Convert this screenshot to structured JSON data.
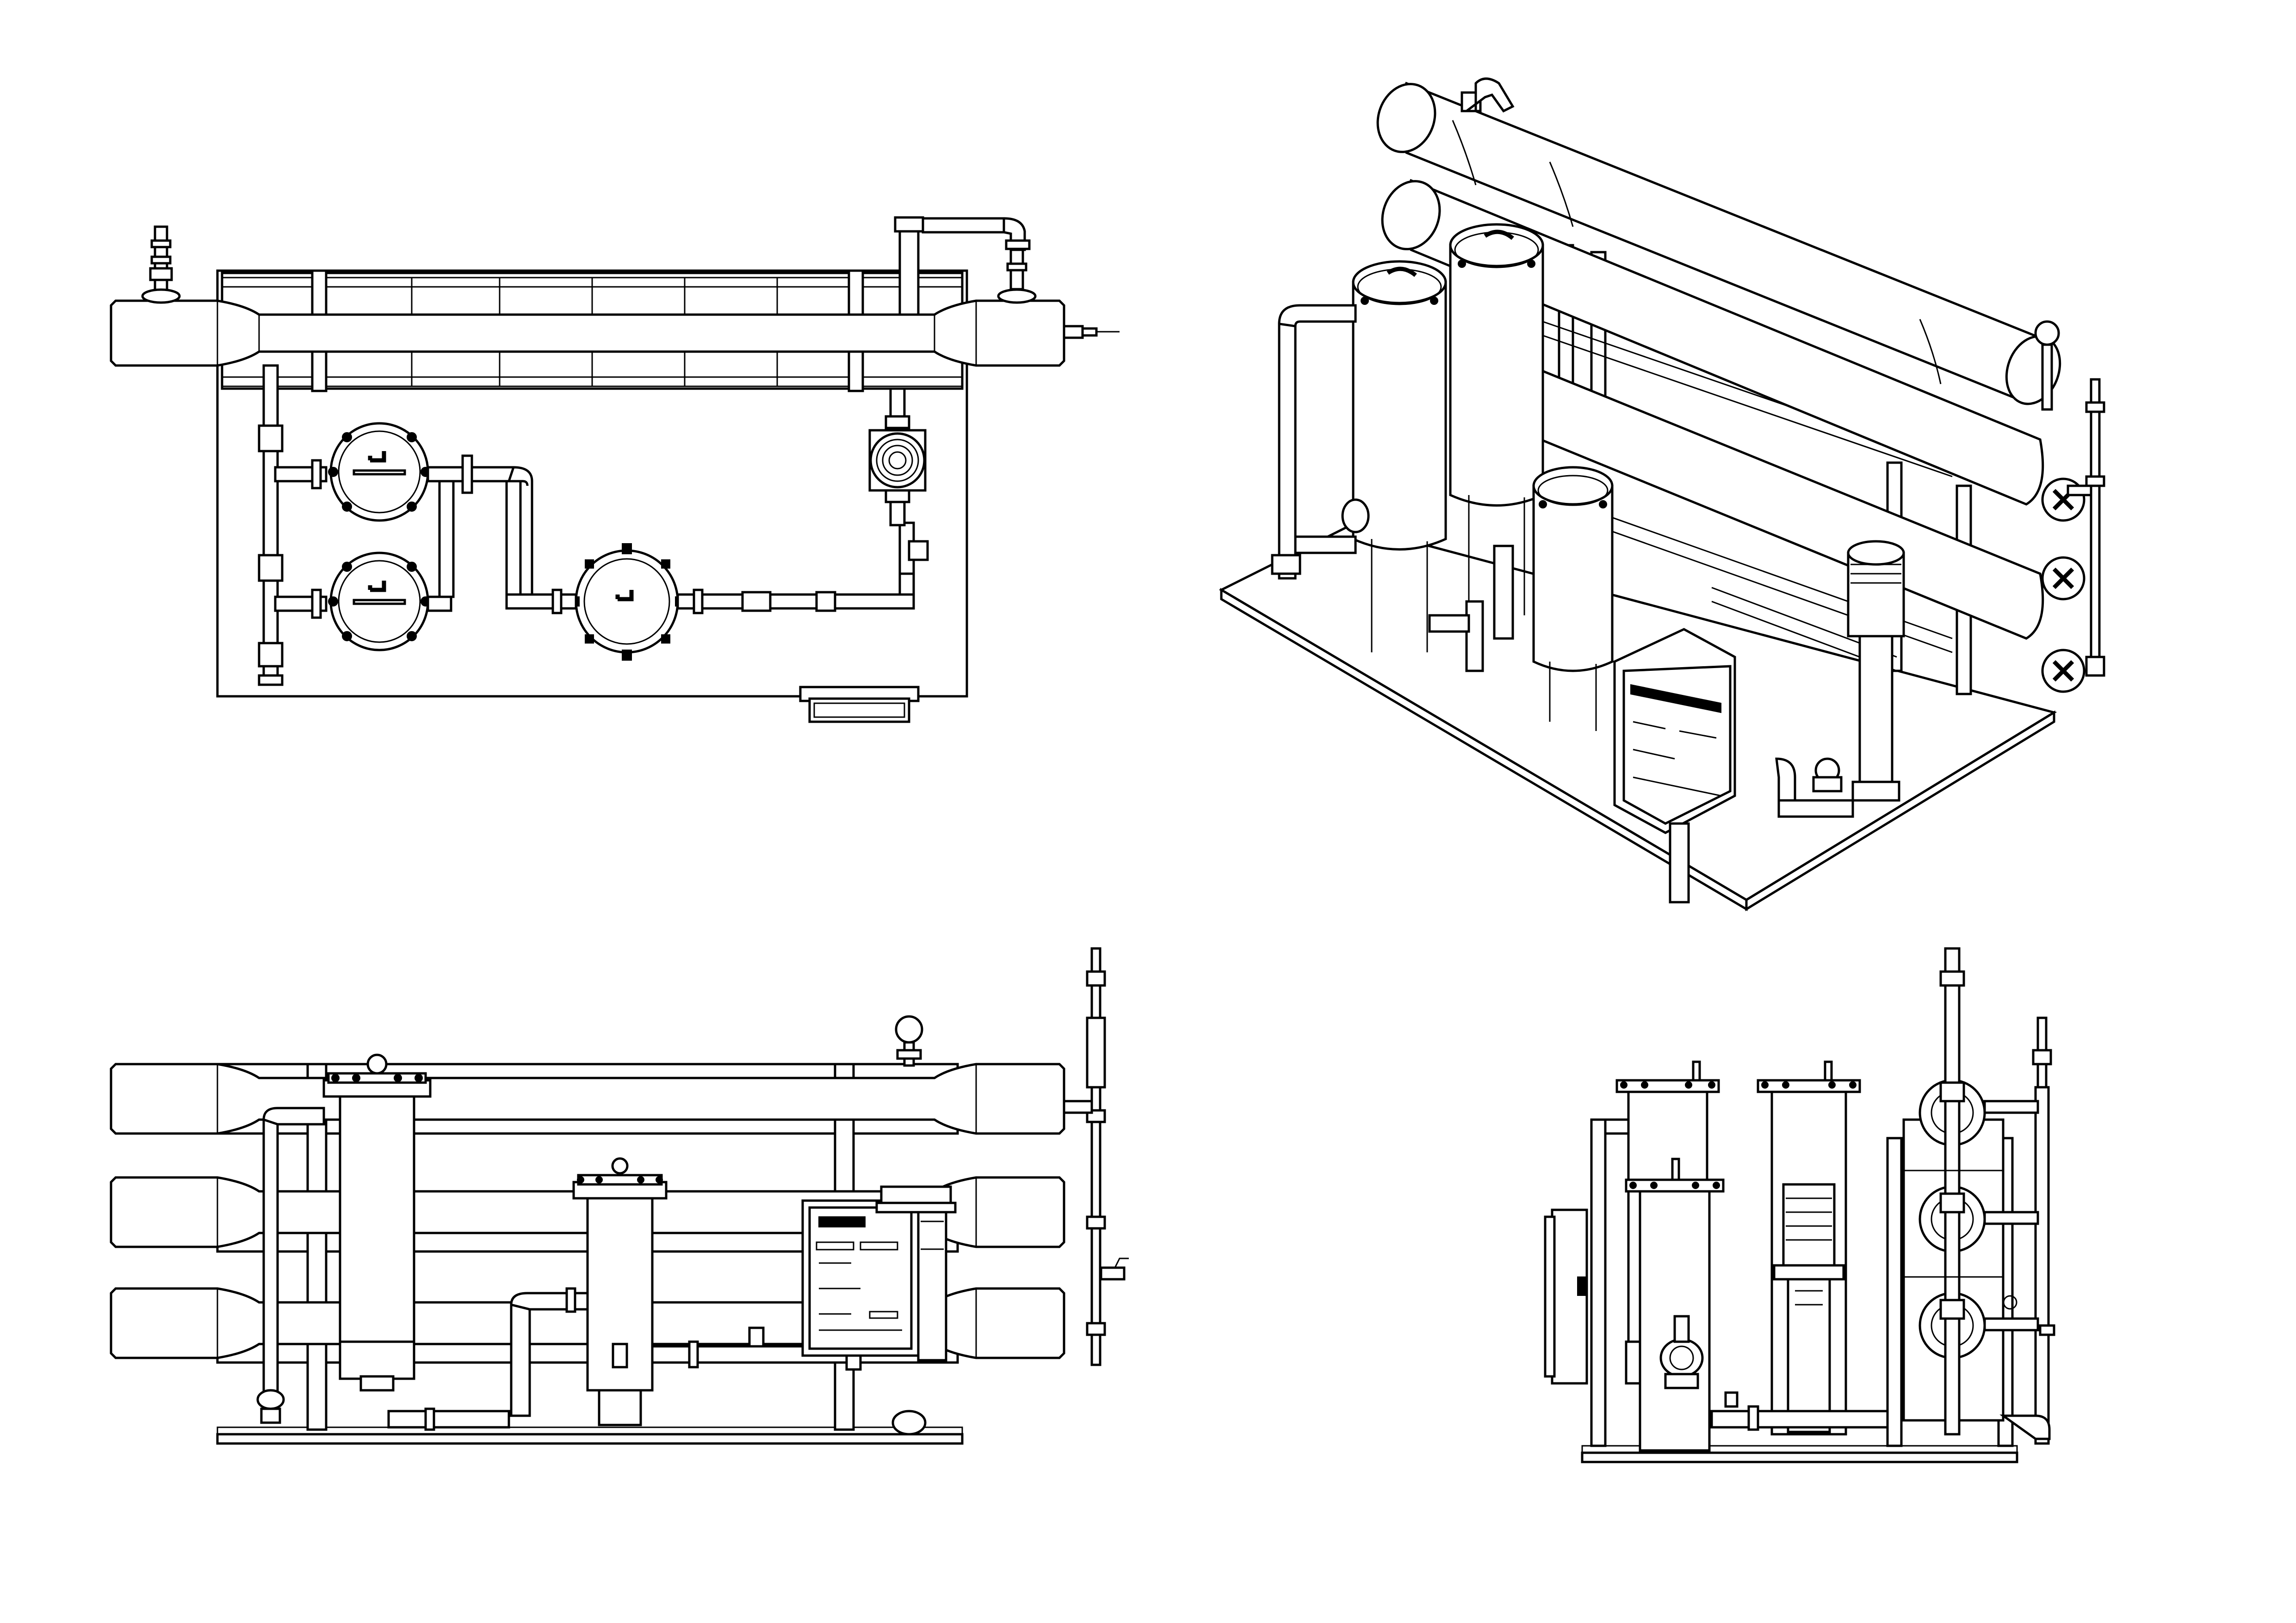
{
  "drawing": {
    "views": [
      {
        "id": "top-view"
      },
      {
        "id": "isometric-view"
      },
      {
        "id": "front-elevation"
      },
      {
        "id": "side-elevation"
      }
    ],
    "panel_labels": []
  }
}
